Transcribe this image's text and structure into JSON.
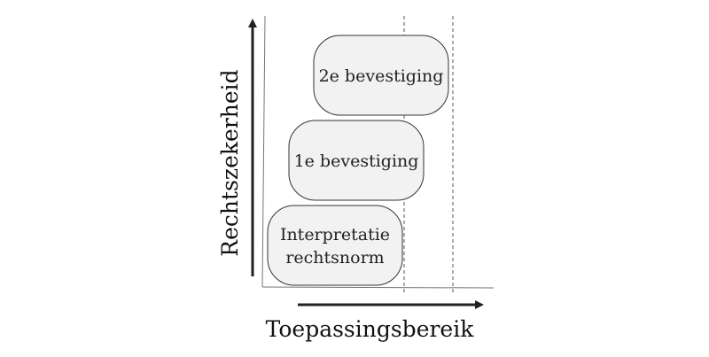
{
  "diagram": {
    "y_axis_label": "Rechtszekerheid",
    "x_axis_label": "Toepassingsbereik",
    "boxes": [
      {
        "line1": "Interpretatie",
        "line2": "rechtsnorm"
      },
      {
        "line1": "1e bevestiging"
      },
      {
        "line1": "2e bevestiging"
      }
    ],
    "colors": {
      "box_fill": "#f2f2f2",
      "box_stroke": "#333333",
      "axis": "#222222",
      "frame": "#777777",
      "dashed": "#555555"
    }
  }
}
